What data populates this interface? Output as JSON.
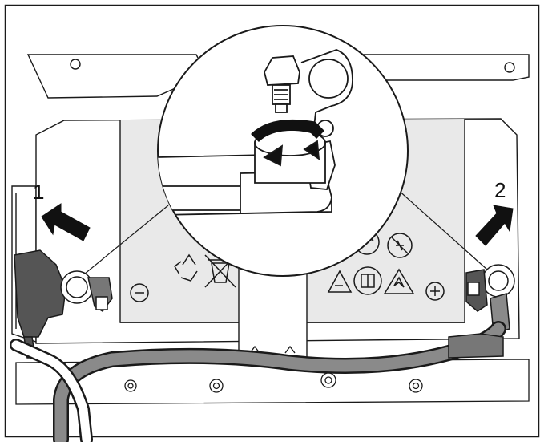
{
  "callouts": [
    {
      "id": "1",
      "text": "1"
    },
    {
      "id": "2",
      "text": "2"
    }
  ],
  "colors": {
    "line": "#1a1a1a",
    "background": "#ffffff",
    "clamp_dark": "#555555",
    "cable": "#8a8a8a",
    "panel_shade": "#e6e6e6"
  },
  "symbols": [
    "recycle-icon",
    "crossed-bin-icon",
    "negative-terminal-icon",
    "eye-protection-icon",
    "keep-away-children-icon",
    "acid-warning-icon",
    "read-manual-icon",
    "explosion-warning-icon",
    "positive-terminal-icon"
  ]
}
